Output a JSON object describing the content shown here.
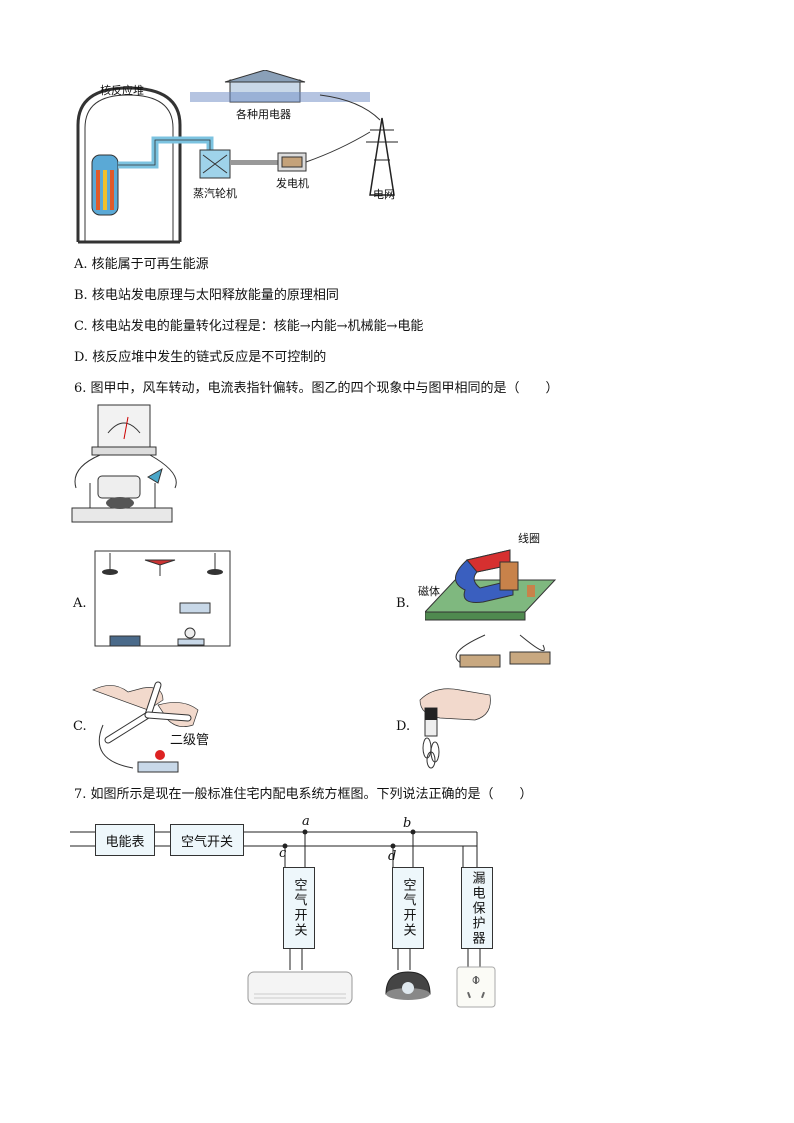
{
  "fig5": {
    "reactor_label": "核反应堆",
    "appliances_label": "各种用电器",
    "turbine_label": "蒸汽轮机",
    "generator_label": "发电机",
    "grid_label": "电网"
  },
  "q5_options": [
    "A.  核能属于可再生能源",
    "B.  核电站发电原理与太阳释放能量的原理相同",
    "C.  核电站发电的能量转化过程是：核能→内能→机械能→电能",
    "D.  核反应堆中发生的链式反应是不可控制的"
  ],
  "q6": {
    "stem": "6.  图甲中，风车转动，电流表指针偏转。图乙的四个现象中与图甲相同的是（　　）",
    "option_A": "A.",
    "option_B": "B.",
    "option_C": "C.",
    "option_D": "D.",
    "coil_label": "线圈",
    "magnet_label": "磁体",
    "diode_label": "二级管"
  },
  "q7": {
    "stem": "7.  如图所示是现在一般标准住宅内配电系统方框图。下列说法正确的是（　　）",
    "meter_label": "电能表",
    "main_switch_label": "空气开关",
    "switch1_label": "空气开关",
    "switch2_label": "空气开关",
    "rcd_label": "漏电保护器",
    "point_a": "a",
    "point_b": "b",
    "point_c": "c",
    "point_d": "d"
  }
}
